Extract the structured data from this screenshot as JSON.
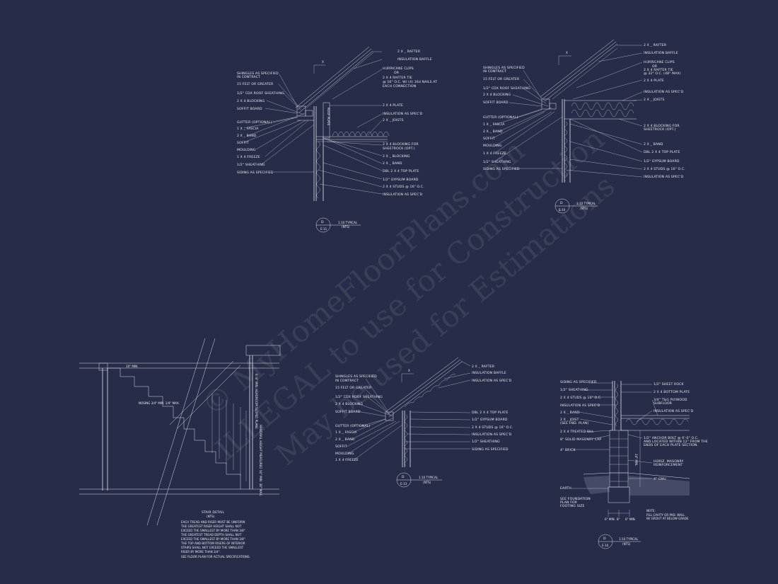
{
  "details": {
    "top_left": {
      "labels_left": [
        "SHINGLES AS SPECIFIED",
        "IN CONTRACT",
        "15 FELT OR GREATER",
        "1/2\" CDX ROOF SHEATHING",
        "2 X 4 BLOCKING",
        "SOFFIT BOARD",
        "GUTTER (OPTIONAL)",
        "1 X _ FASCIA",
        "2 X _ BAND",
        "SOFFIT",
        "MOULDING",
        "1 X 4 FREEZE",
        "1/2\" SHEATHING",
        "SIDING AS SPECIFIED"
      ],
      "labels_right": [
        "2 X _ RAFTER",
        "INSULATION BAFFLE",
        "HURRICANE CLIPS",
        "OR",
        "2 X 4 RAFTER TIE",
        "@ 16\" O.C. W/ (4) 16d NAILS AT",
        "EACH CONNECTION",
        "2 X 4 PLATE",
        "INSULATION AS SPEC'D",
        "2 X _ JOISTS",
        "2 X 4 BLOCKING FOR",
        "SHEETROCK (OPT.)",
        "2 X _ BLOCKING",
        "2 X _ BAND",
        "DBL 2 X 4 TOP PLATE",
        "1/2\" GYPSUM BOARD",
        "2 X 4 STUDS @ 16\" O.C.",
        "INSULATION AS SPEC'D"
      ],
      "callout": {
        "letter": "D",
        "sheet": "E-11",
        "scale": "1:10 TYPICAL",
        "note": "(NTS)"
      },
      "slope_mark": "X"
    },
    "top_right": {
      "labels_left": [
        "SHINGLES AS SPECIFIED",
        "IN CONTRACT",
        "15 FELT OR GREATER",
        "1/2\" CDX ROOF SHEATHING",
        "2 X 4 BLOCKING",
        "SOFFIT BOARD",
        "GUTTER (OPTIONAL)",
        "1 X _ FASCIA",
        "2 X _ BAND",
        "SOFFIT",
        "MOULDING",
        "1 X 4 FREEZE",
        "1/2\" SHEATHING",
        "SIDING AS SPECIFIED"
      ],
      "labels_right": [
        "2 X _ RAFTER",
        "INSULATION BAFFLE",
        "HURRICANE CLIPS",
        "OR",
        "2 X 4 RAFTER TIE",
        "@ 32\" O.C. (48\" MAX)",
        "2 X 4 PLATE",
        "INSULATION AS SPEC'D",
        "2 X _ JOISTS",
        "2 X 4 BLOCKING FOR",
        "SHEETROCK (OPT.)",
        "2 X _ BAND",
        "DBL 2 X 4 TOP PLATE",
        "1/2\" GYPSUM BOARD",
        "2 X 4 STUDS @ 16\" O.C.",
        "INSULATION AS SPEC'D"
      ],
      "callout": {
        "letter": "D",
        "sheet": "E-10",
        "scale": "1:10 TYPICAL",
        "note": "(NTS)"
      },
      "slope_mark": "X"
    },
    "bottom_middle": {
      "labels_left": [
        "SHINGLES AS SPECIFIED",
        "IN CONTRACT",
        "15 FELT OR GREATER",
        "1/2\" CDX ROOF SHEATHING",
        "2 X 4 BLOCKING",
        "SOFFIT BOARD",
        "GUTTER (OPTIONAL)",
        "1 X _ FASCIA",
        "2 X _ BAND",
        "SOFFIT",
        "MOULDING",
        "1 X 4 FREEZE"
      ],
      "labels_right": [
        "2 X _ RAFTER",
        "INSULATION BAFFLE",
        "INSULATION AS SPEC'D",
        "DBL 2 X 4 TOP PLATE",
        "1/2\" GYPSUM BOARD",
        "2 X 4 STUDS @ 16\" O.C.",
        "INSULATION AS SPEC'D",
        "1/2\" SHEATHING",
        "SIDING AS SPECIFIED"
      ],
      "callout": {
        "letter": "D",
        "sheet": "E-13",
        "scale": "1:10 TYPICAL",
        "note": "(NTS)"
      },
      "slope_mark": "X"
    },
    "stair": {
      "title": "STAIR DETAIL",
      "subtitle": "(NTS)",
      "notes": [
        "EACH TREAD AND RISER MUST BE UNIFORM.",
        "THE GREATEST RISER HEIGHT SHALL NOT",
        "EXCEED THE SMALLEST BY MORE THAN 3/8\".",
        "THE GREATEST TREAD DEPTH SHALL NOT",
        "EXCEED THE SMALLEST BY MORE THAN 3/8\".",
        "THE TOP AND BOTTOM RISERS OF INTERIOR",
        "STAIRS SHALL NOT EXCEED THE SMALLEST",
        "RISER BY MORE THAN 3/4\".",
        "SEE FLOOR PLAN FOR ACTUAL SPECIFICATIONS."
      ],
      "dims": {
        "tread": "10\" MIN.",
        "nosing": "NOSING 3/4\" MIN. 1/4\" MAX.",
        "headroom": "6'-8\" MIN. HEADROOM SLOPED PLANE",
        "handrail": "HANDRAIL HEIGHT MEASURED 34\" MIN. 38\" MAX."
      }
    },
    "bottom_right": {
      "labels_left": [
        "SIDING AS SPECIFIED",
        "1/2\" SHEATHING",
        "2 X 4 STUDS @ 16\" O.C.",
        "INSULATION AS SPEC'D",
        "2 X _ BAND",
        "2 X _ JOIST",
        "(SEE FND. PLAN)",
        "2 X 4 TREATED SILL",
        "8\" SOLID MASONRY CAP",
        "4\" BRICK",
        "EARTH",
        "SEE FOUNDATION",
        "PLAN FOR",
        "FOOTING SIZE"
      ],
      "labels_right": [
        "1/2\" SHEET ROCK",
        "2 X 4 BOTTOM PLATE",
        "3/4\" T&G PLYWOOD",
        "SUBFLOOR",
        "INSULATION AS SPEC'D",
        "1/2\" ANCHOR BOLT @ 6'-0\" O.C.",
        "AND LOCATED WITHIN 12\" FROM THE",
        "ENDS OF EACH PLATE SECTION.",
        "HORIZ. MASONRY",
        "REINFORCEMENT",
        "4\" CMU"
      ],
      "dims": {
        "height": "24\" MIN.",
        "w1": "6\" MIN.",
        "w2": "8\"",
        "w3": "6\" MIN."
      },
      "note": [
        "NOTE:",
        "FILL CAVITY OR PAD. WALL",
        "W/ GROUT AT BELOW GRADE"
      ],
      "callout": {
        "letter": "D",
        "sheet": "E-10",
        "scale": "1:10 TYPICAL",
        "note": "(NTS)"
      }
    }
  },
  "watermark": [
    "© MyHomeFloorPlans.com",
    "ILLEGAL to use for Construction",
    "May be used for Estimations"
  ]
}
